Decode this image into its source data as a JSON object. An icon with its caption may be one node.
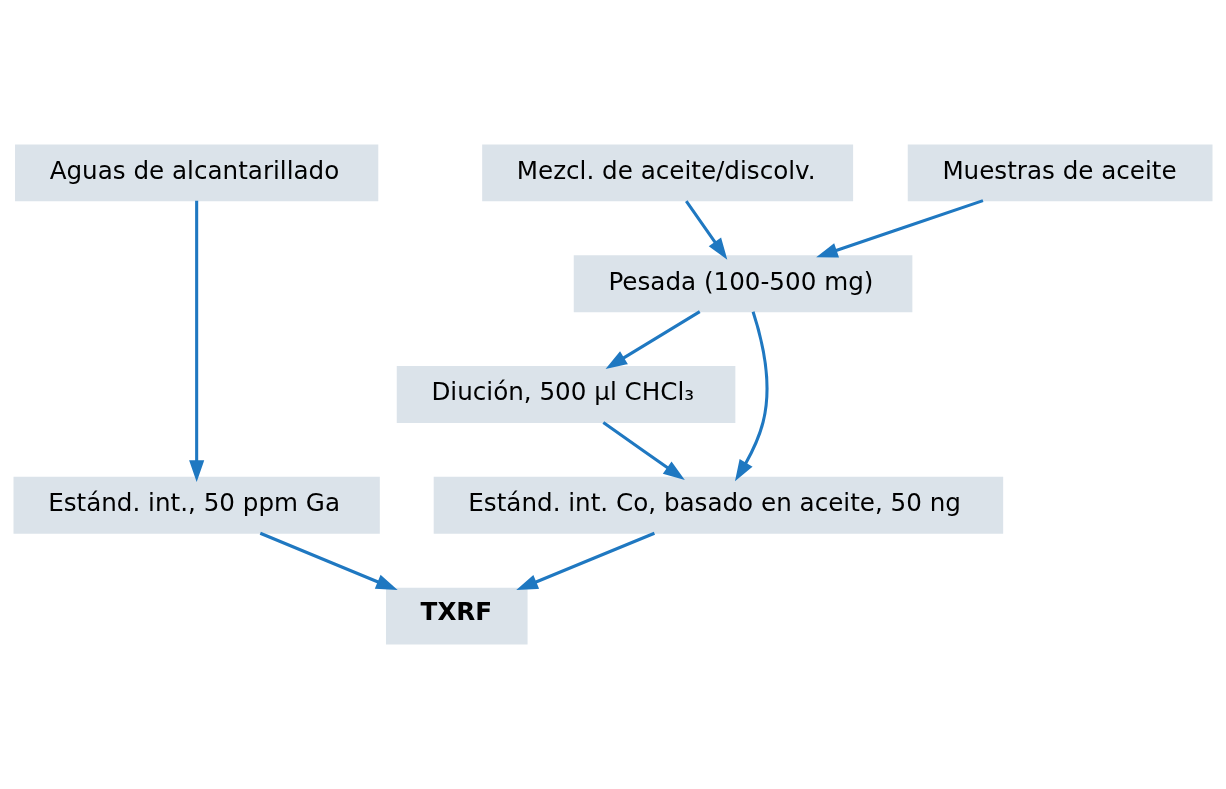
{
  "diagram": {
    "nodes": [
      {
        "text": [
          "Aguas de alcantarillado"
        ]
      },
      {
        "text": [
          "Mezcl. de aceite/discolv."
        ]
      },
      {
        "text": [
          "Muestras de aceite"
        ]
      },
      {
        "text": [
          "Pesada (100-500 mg)"
        ]
      },
      {
        "text": [
          "Diución, 500 µl CHCl₃"
        ]
      },
      {
        "text": [
          "Estánd. int., 50 ppm Ga"
        ]
      },
      {
        "text": [
          "Estánd. int. Co, basado en aceite, 50 ng"
        ]
      },
      {
        "text": [
          "TXRF"
        ]
      }
    ],
    "edges": [
      {
        "from": 0,
        "to": 5,
        "arrow": "to"
      },
      {
        "from": 1,
        "to": 3,
        "arrow": "to"
      },
      {
        "from": 2,
        "to": 3,
        "arrow": "to"
      },
      {
        "from": 3,
        "to": 6,
        "arrow": "to"
      },
      {
        "from": 3,
        "to": 4,
        "arrow": "to"
      },
      {
        "from": 4,
        "to": 6,
        "arrow": "to"
      },
      {
        "from": 5,
        "to": 7,
        "arrow": "to"
      },
      {
        "from": 6,
        "to": 7,
        "arrow": "to"
      }
    ]
  }
}
